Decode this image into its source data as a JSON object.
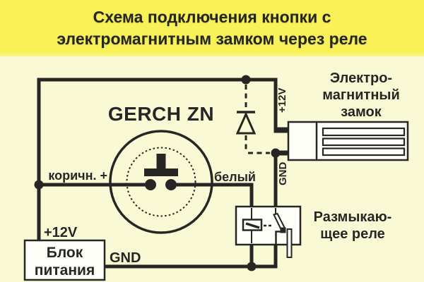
{
  "header": {
    "title_line1": "Схема подключения кнопки с",
    "title_line2": "электромагнитным замком через реле",
    "bg_color": "#F8F157",
    "text_color": "#262624"
  },
  "diagram": {
    "bg_color": "#FAF9D5",
    "wire_color": "#262624",
    "button": {
      "model": "GERCH ZN",
      "left_wire_label": "коричн. +",
      "right_wire_label": "белый"
    },
    "power_supply": {
      "label_line1": "Блок",
      "label_line2": "питания",
      "plus_label": "+12V",
      "gnd_label": "GND"
    },
    "lock": {
      "label_line1": "Электро-",
      "label_line2": "магнитный",
      "label_line3": "замок",
      "plus_terminal_label": "+12V",
      "gnd_terminal_label": "GND"
    },
    "relay": {
      "label_line1": "Размыкаю-",
      "label_line2": "щее реле"
    }
  }
}
